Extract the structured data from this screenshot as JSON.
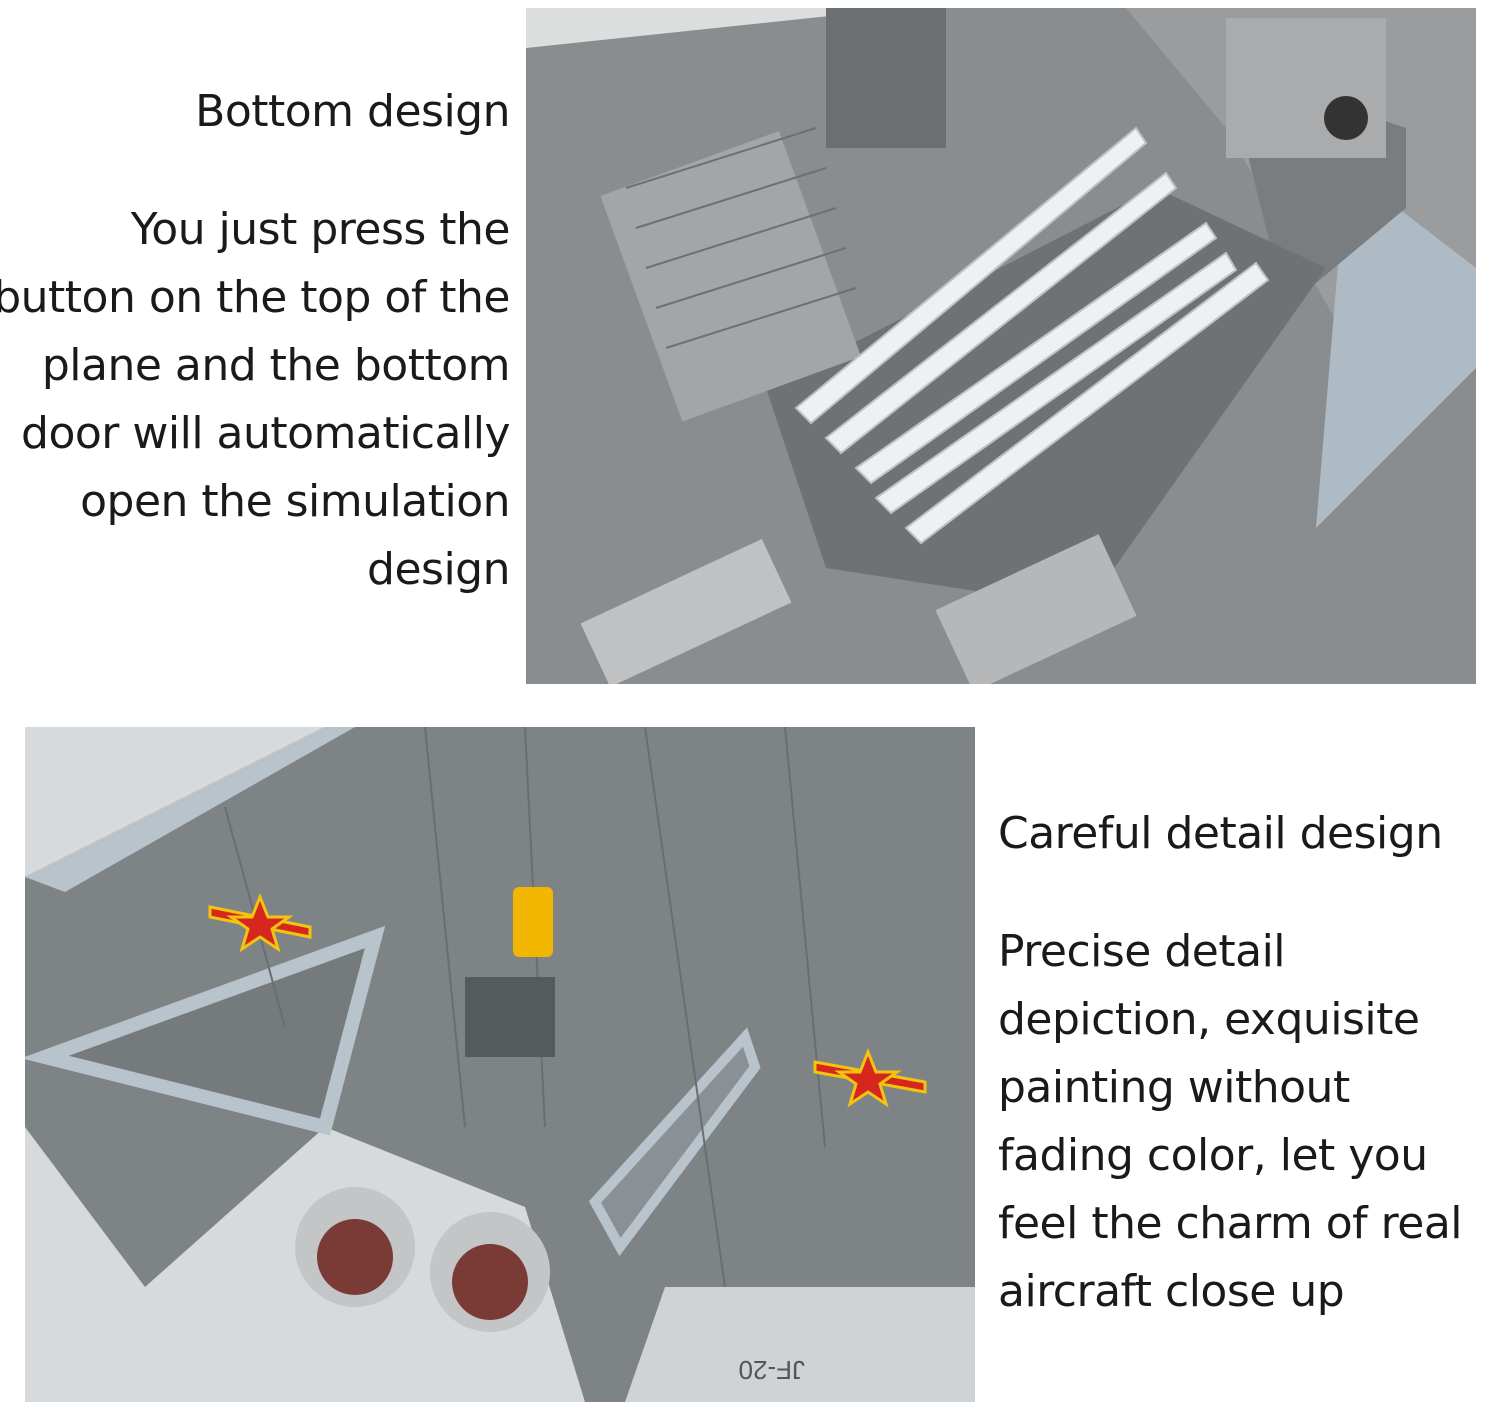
{
  "section_top": {
    "title": "Bottom design",
    "description": "You just press the button on the top of the plane and the bottom door will automatically open the simulation design"
  },
  "section_bottom": {
    "title": "Careful detail design",
    "description": "Precise detail depiction, exquisite painting without fading color, let you feel the charm of real aircraft close up",
    "stand_label": "JF-20"
  },
  "colors": {
    "fuselage": "#7d8285",
    "wing_edge": "#b9c3cb",
    "missile": "#eef0f1",
    "roundel_red": "#d7261e",
    "roundel_yellow": "#f1c40f",
    "button_yellow": "#f2b600"
  }
}
